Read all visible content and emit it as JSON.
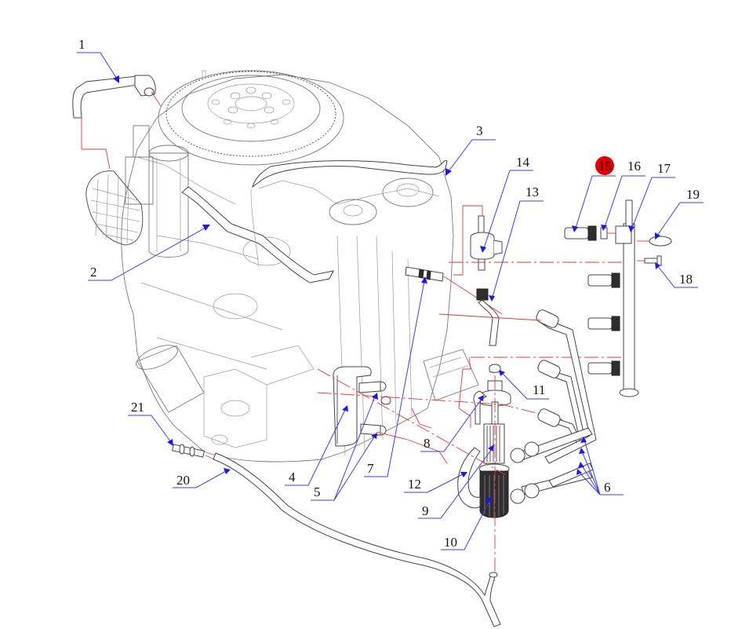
{
  "diagram": {
    "type": "exploded-parts-diagram",
    "subject": "outboard engine fuel system",
    "accent_colors": {
      "leader_line": "#3c3cf0",
      "arrow_head": "#1a1ae6",
      "connection_line": "#e33333",
      "highlight_badge": "#e00000"
    },
    "callouts": [
      {
        "id": "1",
        "label": "1",
        "part": "hose-elbow"
      },
      {
        "id": "2",
        "label": "2",
        "part": "hose"
      },
      {
        "id": "3",
        "label": "3",
        "part": "hose-clip"
      },
      {
        "id": "4",
        "label": "4",
        "part": "bracket"
      },
      {
        "id": "5",
        "label": "5",
        "part": "fitting"
      },
      {
        "id": "6",
        "label": "6",
        "part": "fuel-line-harness"
      },
      {
        "id": "7",
        "label": "7",
        "part": "connector"
      },
      {
        "id": "8",
        "label": "8",
        "part": "elbow-fitting"
      },
      {
        "id": "9",
        "label": "9",
        "part": "filter-element"
      },
      {
        "id": "10",
        "label": "10",
        "part": "filter-bowl"
      },
      {
        "id": "11",
        "label": "11",
        "part": "nut"
      },
      {
        "id": "12",
        "label": "12",
        "part": "hose"
      },
      {
        "id": "13",
        "label": "13",
        "part": "hose"
      },
      {
        "id": "14",
        "label": "14",
        "part": "fuel-filter"
      },
      {
        "id": "15",
        "label": "15",
        "part": "injector",
        "highlighted": true
      },
      {
        "id": "16",
        "label": "16",
        "part": "clip"
      },
      {
        "id": "17",
        "label": "17",
        "part": "fuel-rail"
      },
      {
        "id": "18",
        "label": "18",
        "part": "bolt"
      },
      {
        "id": "19",
        "label": "19",
        "part": "clamp"
      },
      {
        "id": "20",
        "label": "20",
        "part": "fuel-hose"
      },
      {
        "id": "21",
        "label": "21",
        "part": "connector"
      }
    ]
  }
}
